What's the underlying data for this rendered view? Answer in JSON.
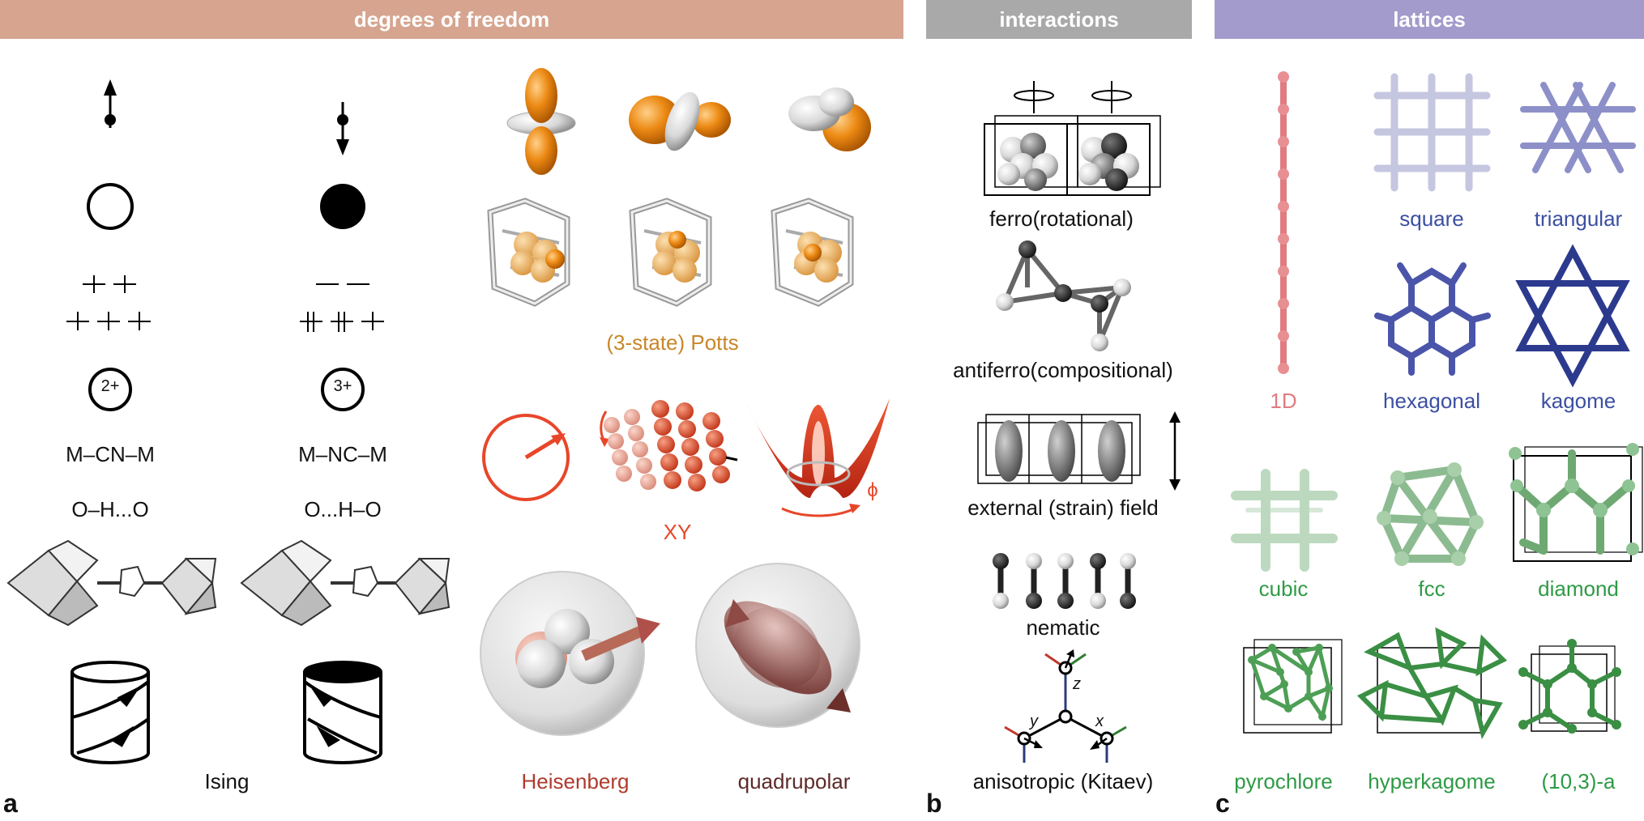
{
  "headers": {
    "dof": "degrees of freedom",
    "interactions": "interactions",
    "lattices": "lattices"
  },
  "panels": {
    "a": "a",
    "b": "b",
    "c": "c"
  },
  "dof": {
    "charge_left": "2+",
    "charge_right": "3+",
    "link_left": "M–CN–M",
    "link_right": "M–NC–M",
    "hbond_left": "O–H...O",
    "hbond_right": "O...H–O",
    "ising": "Ising",
    "potts": "(3-state) Potts",
    "xy": "XY",
    "phi": "ϕ",
    "heisenberg": "Heisenberg",
    "quadrupolar": "quadrupolar"
  },
  "interactions": {
    "ferro": "ferro(rotational)",
    "antiferro": "antiferro(compositional)",
    "field": "external (strain) field",
    "nematic": "nematic",
    "kitaev": "anisotropic (Kitaev)",
    "axis_x": "x",
    "axis_y": "y",
    "axis_z": "z"
  },
  "lattices": {
    "l1d": "1D",
    "square": "square",
    "triangular": "triangular",
    "hexagonal": "hexagonal",
    "kagome": "kagome",
    "cubic": "cubic",
    "fcc": "fcc",
    "diamond": "diamond",
    "pyrochlore": "pyrochlore",
    "hyperkagome": "hyperkagome",
    "srs": "(10,3)-a"
  },
  "colors": {
    "dof_header": "#d6a48f",
    "interactions_header": "#a9a9a9",
    "lattices_header": "#a39bcc",
    "potts": "#c8862a",
    "xy": "#e8462a",
    "heisenberg": "#b03a2e",
    "quadrupolar": "#5e2a28",
    "lattice_1d": "#e07b80",
    "lattice_2d": "#3c4fa3",
    "lattice_3d": "#2e9a45"
  }
}
